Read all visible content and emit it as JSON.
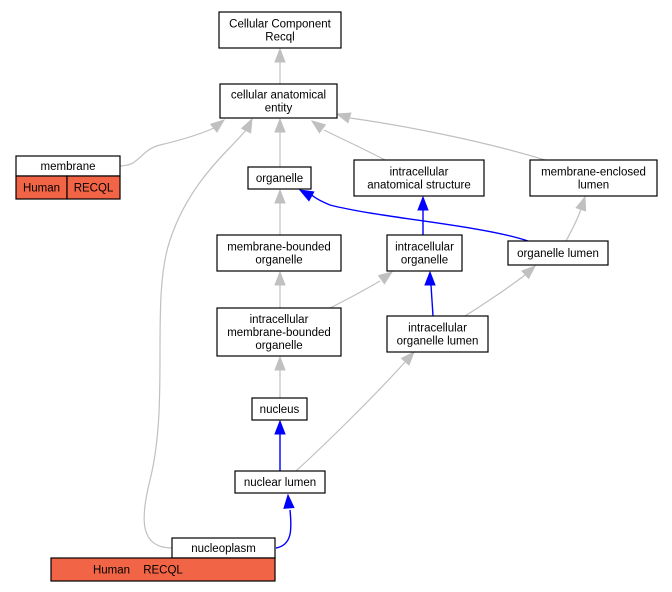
{
  "nodes": {
    "cc": [
      "Cellular Component",
      "Recql"
    ],
    "cae": [
      "cellular anatomical",
      "entity"
    ],
    "membrane": [
      "membrane"
    ],
    "organelle": [
      "organelle"
    ],
    "ias": [
      "intracellular",
      "anatomical structure"
    ],
    "mel": [
      "membrane-enclosed",
      "lumen"
    ],
    "mbo": [
      "membrane-bounded",
      "organelle"
    ],
    "io": [
      "intracellular",
      "organelle"
    ],
    "ol": [
      "organelle lumen"
    ],
    "imbo": [
      "intracellular",
      "membrane-bounded",
      "organelle"
    ],
    "iol": [
      "intracellular",
      "organelle lumen"
    ],
    "nucleus": [
      "nucleus"
    ],
    "nl": [
      "nuclear lumen"
    ],
    "np": [
      "nucleoplasm"
    ]
  },
  "annotations": {
    "membrane": [
      "Human",
      "RECQL"
    ],
    "np": [
      "Human",
      "RECQL"
    ]
  },
  "colors": {
    "is_a_edge": "#c0c0c0",
    "part_of_edge": "#0000ff",
    "annotation_fill": "#f26446"
  }
}
